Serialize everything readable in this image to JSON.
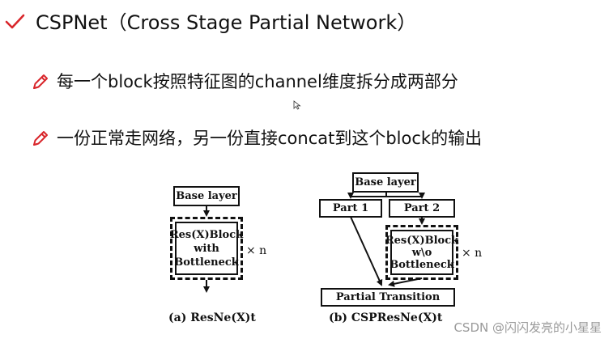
{
  "slide": {
    "title": "CSPNet（Cross Stage Partial Network）",
    "bullets": [
      "每一个block按照特征图的channel维度拆分成两部分",
      "一份正常走网络，另一份直接concat到这个block的输出"
    ]
  },
  "figure_a": {
    "base_label": "Base layer",
    "block_line1": "Res(X)Block",
    "block_line2": "with",
    "block_line3": "Bottleneck",
    "repeat": "× n",
    "caption": "(a) ResNe(X)t"
  },
  "figure_b": {
    "base_label": "Base layer",
    "part1": "Part 1",
    "part2": "Part 2",
    "block_line1": "Res(X)Block",
    "block_line2": "w\\o",
    "block_line3": "Bottleneck",
    "repeat": "× n",
    "transition": "Partial Transition",
    "caption": "(b) CSPResNe(X)t"
  },
  "watermark": "CSDN @闪闪发亮的小星星",
  "colors": {
    "icon_red": "#d9262b",
    "text": "#111111",
    "watermark": "#9a9a9a"
  }
}
